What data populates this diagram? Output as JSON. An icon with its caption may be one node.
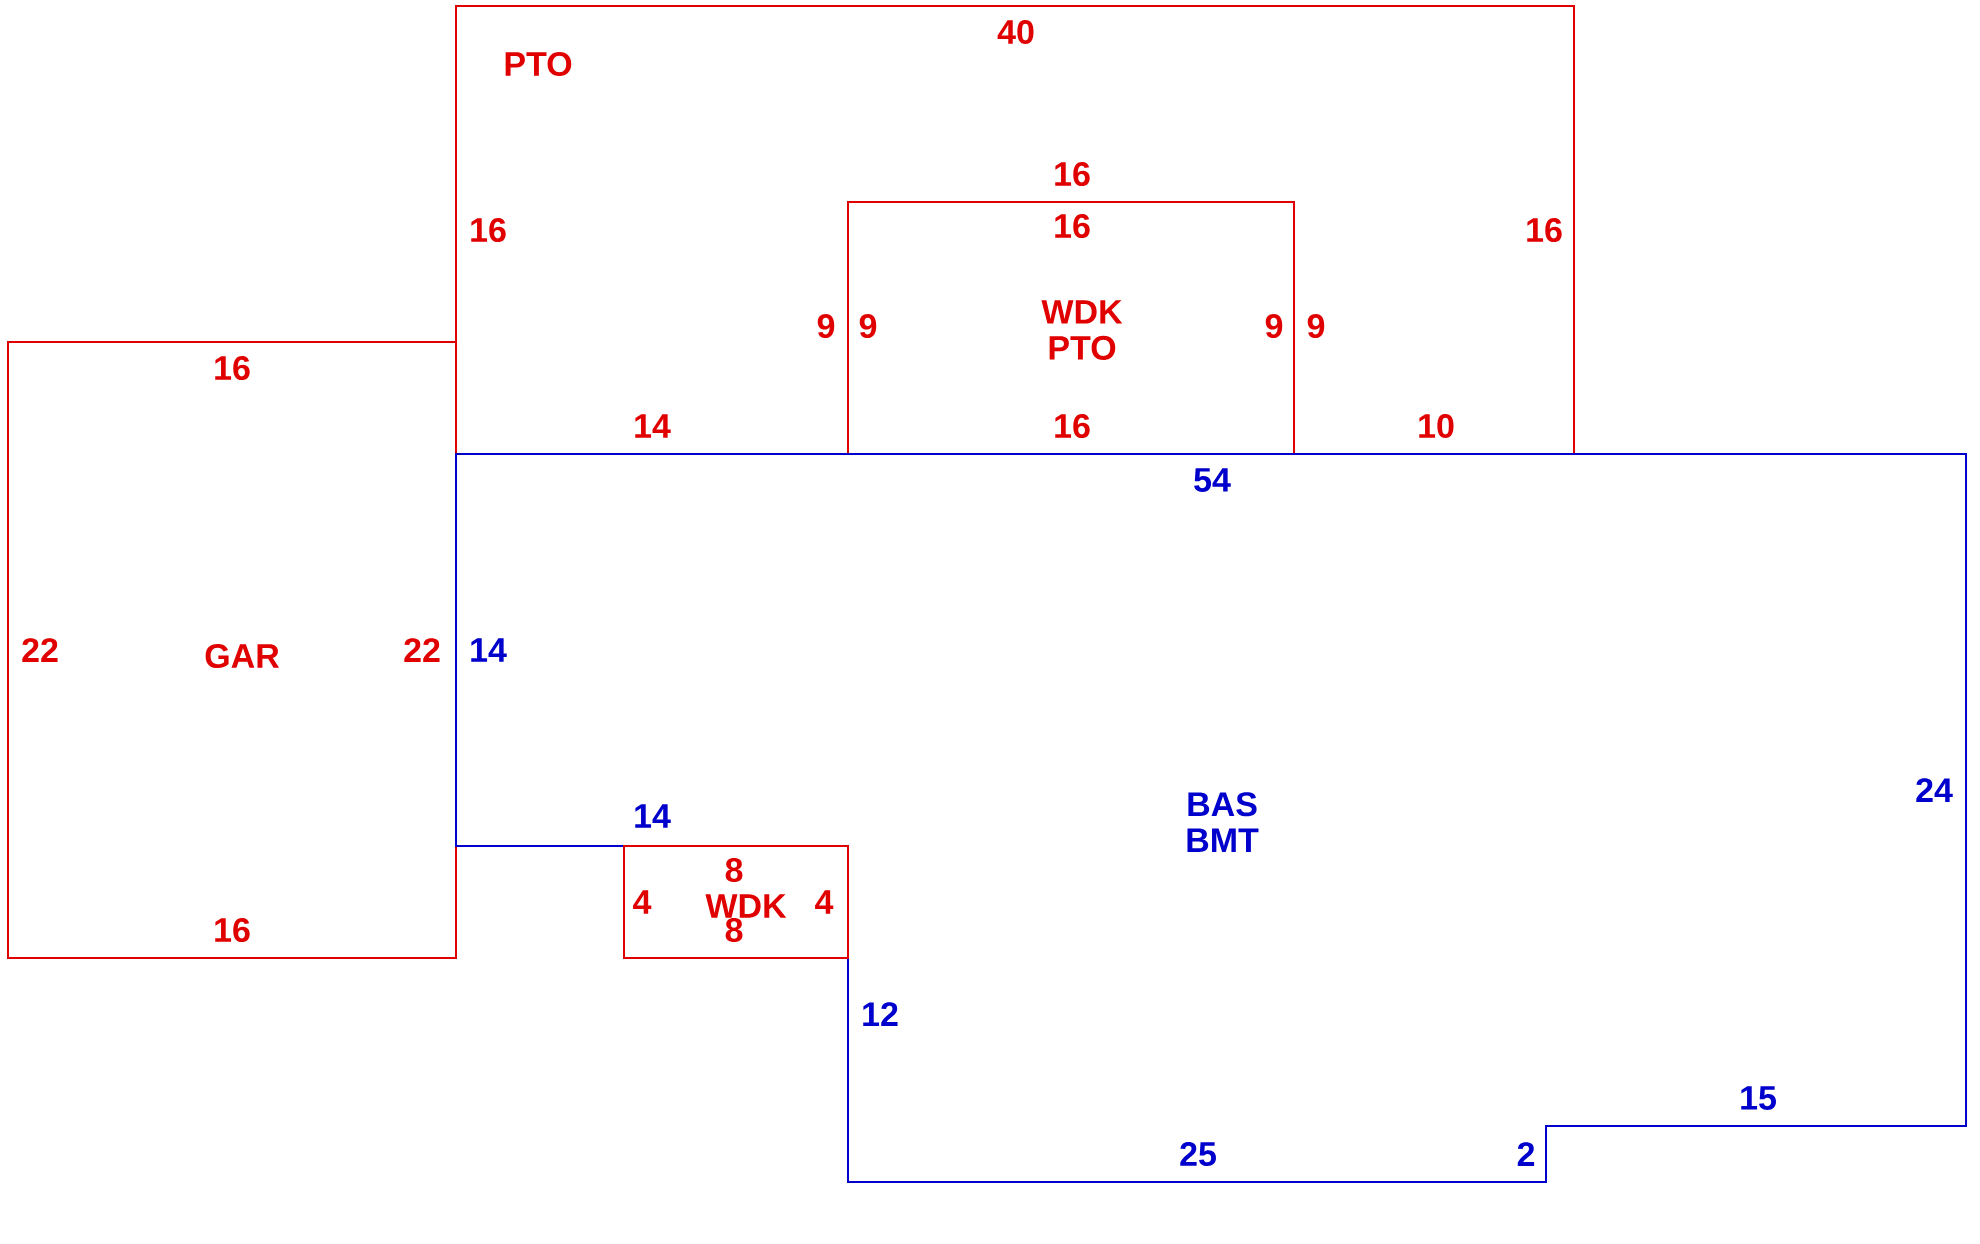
{
  "diagram": {
    "nodes": [
      {
        "text": [
          "PTO"
        ]
      },
      {
        "text": [
          "WDK PTO"
        ],
        "in": 0
      },
      {
        "text": [
          "GAR"
        ]
      },
      {
        "text": [
          "BAS BMT"
        ]
      },
      {
        "text": [
          "WDK"
        ]
      }
    ],
    "labels": [
      "40",
      "16",
      "16",
      "16",
      "16",
      "9",
      "9",
      "9",
      "9",
      "16",
      "14",
      "16",
      "10",
      "54",
      "22",
      "22",
      "14",
      "24",
      "14",
      "8",
      "4",
      "4",
      "16",
      "8",
      "12",
      "15",
      "25",
      "2"
    ]
  }
}
